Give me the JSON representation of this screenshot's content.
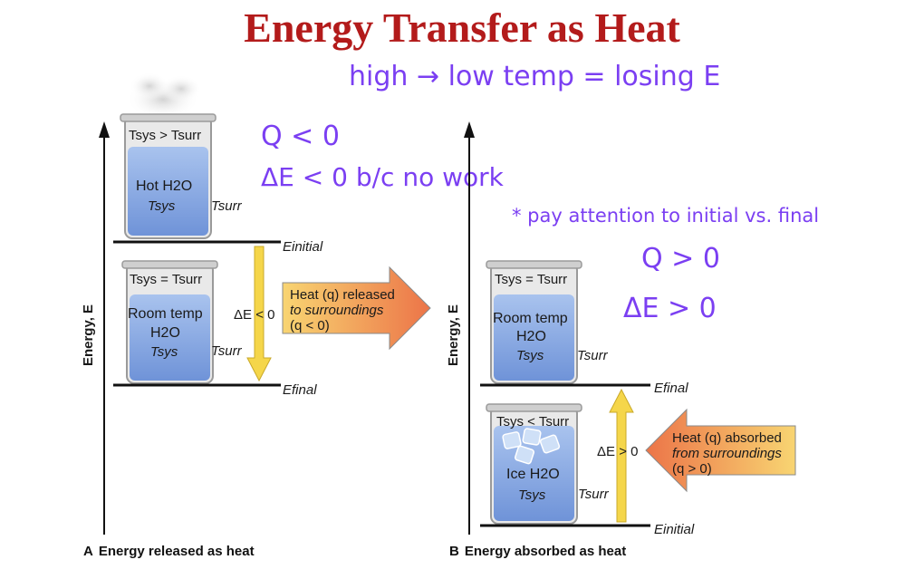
{
  "title": "Energy Transfer as Heat",
  "handwritten": {
    "line1": "high → low temp = losing E",
    "q_neg": "Q < 0",
    "de_neg": "ΔE < 0 b/c no work",
    "note": "* pay attention to initial vs. final",
    "q_pos": "Q > 0",
    "de_pos": "ΔE > 0"
  },
  "panel_a": {
    "caption_letter": "A",
    "caption": "Energy released as heat",
    "axis_label": "Energy, E",
    "top_beaker": {
      "relation": "Tsys > Tsurr",
      "contents": "Hot H2O",
      "tsys": "Tsys",
      "tsurr": "Tsurr"
    },
    "bottom_beaker": {
      "relation": "Tsys = Tsurr",
      "contents_line1": "Room temp",
      "contents_line2": "H2O",
      "tsys": "Tsys",
      "tsurr": "Tsurr"
    },
    "e_initial": "Einitial",
    "e_final": "Efinal",
    "delta": "ΔE < 0",
    "heat_arrow": {
      "line1": "Heat (q) released",
      "line2": "to surroundings",
      "line3": "(q < 0)"
    }
  },
  "panel_b": {
    "caption_letter": "B",
    "caption": "Energy absorbed as heat",
    "axis_label": "Energy, E",
    "top_beaker": {
      "relation": "Tsys = Tsurr",
      "contents_line1": "Room temp",
      "contents_line2": "H2O",
      "tsys": "Tsys",
      "tsurr": "Tsurr"
    },
    "bottom_beaker": {
      "relation": "Tsys < Tsurr",
      "contents": "Ice H2O",
      "tsys": "Tsys",
      "tsurr": "Tsurr"
    },
    "e_final": "Efinal",
    "e_initial": "Einitial",
    "delta": "ΔE > 0",
    "heat_arrow": {
      "line1": "Heat (q) absorbed",
      "line2": "from surroundings",
      "line3": "(q > 0)"
    }
  },
  "colors": {
    "title": "#b31b1b",
    "handwriting": "#7b3ff2",
    "water": "#8fb0e6",
    "glass": "#d8d8d8",
    "delta_arrow": "#f5d64a",
    "heat_arrow_start": "#f7cf6a",
    "heat_arrow_end": "#ee7e4c"
  }
}
